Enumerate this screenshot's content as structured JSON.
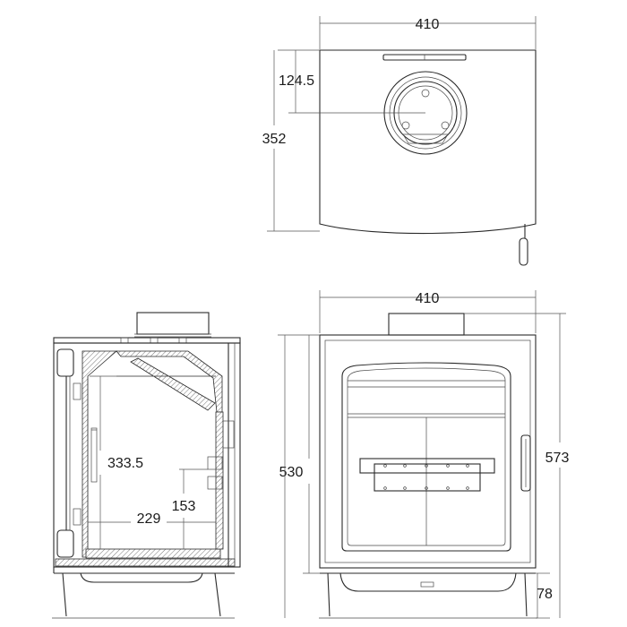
{
  "top_view": {
    "width_label": "410",
    "flue_offset_label": "124.5",
    "depth_label": "352"
  },
  "section_view": {
    "height_label": "333.5",
    "lower_label": "153",
    "base_depth_label": "229"
  },
  "front_view": {
    "width_label": "410",
    "height_label": "530",
    "total_height_label": "573",
    "leg_height_label": "78"
  }
}
